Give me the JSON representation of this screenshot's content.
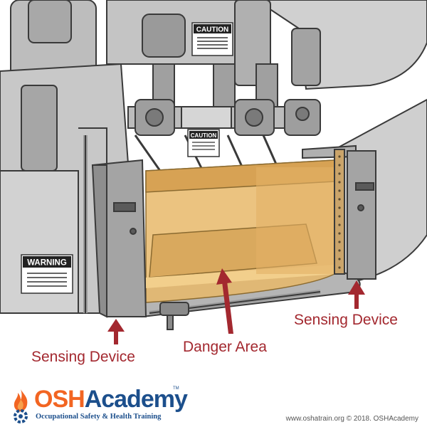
{
  "callouts": {
    "sensing_left": "Sensing Device",
    "danger_area": "Danger Area",
    "sensing_right": "Sensing Device"
  },
  "signs": {
    "caution_top": "CAUTION",
    "caution_ram": "CAUTION",
    "warning": "WARNING"
  },
  "brand": {
    "osh": "OSH",
    "academy": "Academy",
    "tm": "TM",
    "tagline": "Occupational Safety & Health Training"
  },
  "footer": {
    "credit": "www.oshatrain.org © 2018. OSHAcademy"
  },
  "colors": {
    "callout_red": "#a3282f",
    "danger_zone": "#e8b96a",
    "brand_orange": "#f26522",
    "brand_blue": "#1c4f8c",
    "machine_gray": "#b8b8b8"
  }
}
